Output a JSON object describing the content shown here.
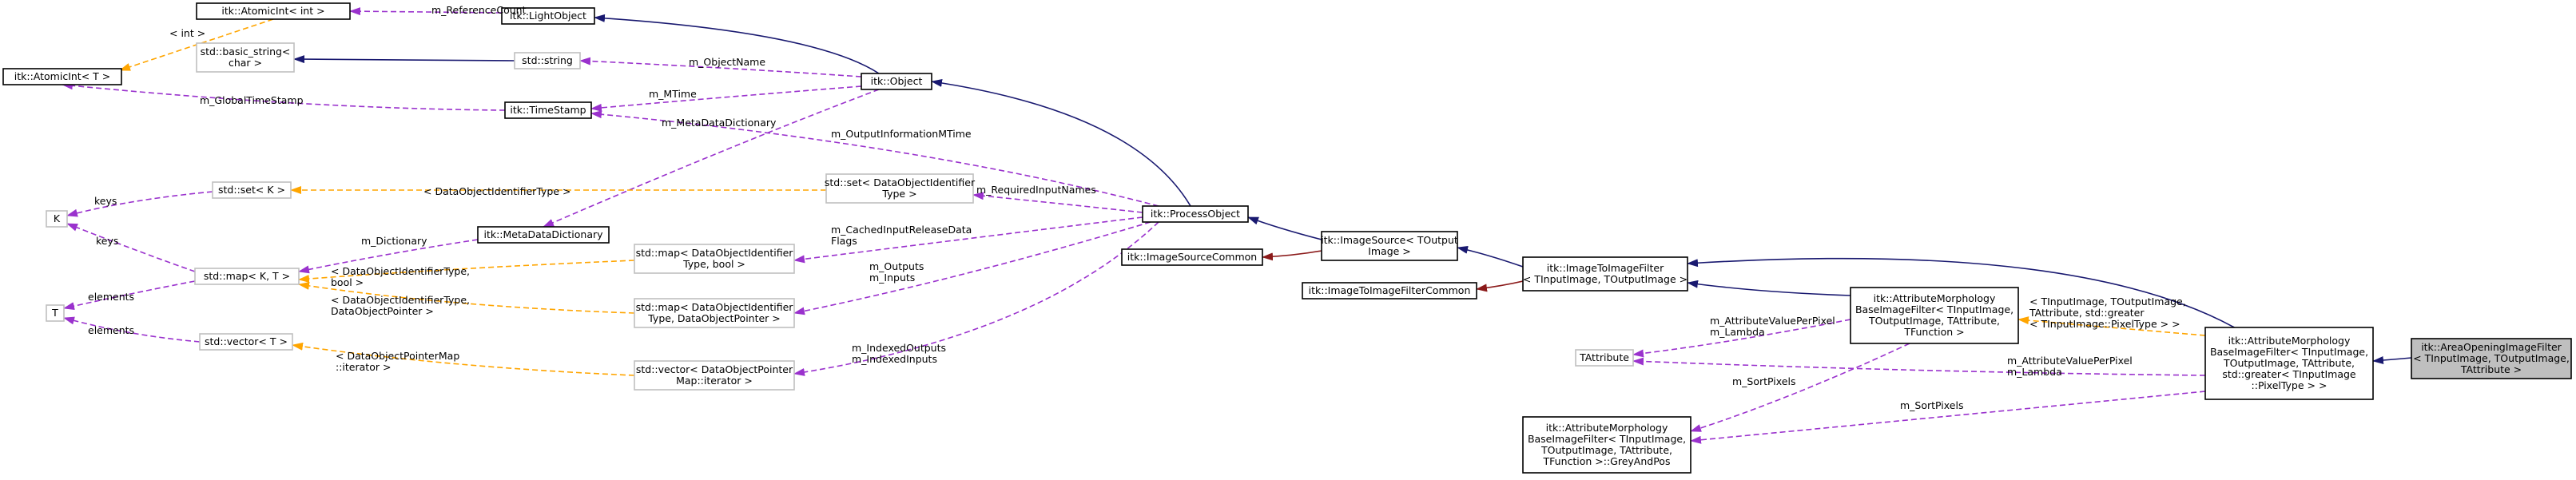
{
  "colors": {
    "inherit": "#191970",
    "private": "#8b1a1a",
    "member": "#9a32cd",
    "template": "#ffa500",
    "focus_fill": "#bfbfbf",
    "ghost_border": "#bfbfbf"
  },
  "nodes": {
    "atomicint_int": [
      "itk::AtomicInt< int >"
    ],
    "lightobject": [
      "itk::LightObject"
    ],
    "atomicint_t": [
      "itk::AtomicInt< T >"
    ],
    "basic_string": [
      "std::basic_string<",
      "char >"
    ],
    "std_string": [
      "std::string"
    ],
    "object": [
      "itk::Object"
    ],
    "timestamp": [
      "itk::TimeStamp"
    ],
    "k": [
      "K"
    ],
    "std_set_k": [
      "std::set< K >"
    ],
    "std_set_doid": [
      "std::set< DataObjectIdentifier",
      "Type >"
    ],
    "processobject": [
      "itk::ProcessObject"
    ],
    "metadatadictionary": [
      "itk::MetaDataDictionary"
    ],
    "std_map_kt": [
      "std::map< K, T >"
    ],
    "std_map_bool": [
      "std::map< DataObjectIdentifier",
      "Type, bool >"
    ],
    "t": [
      "T"
    ],
    "std_map_dop": [
      "std::map< DataObjectIdentifier",
      "Type, DataObjectPointer >"
    ],
    "std_vector_t": [
      "std::vector< T >"
    ],
    "std_vector_iter": [
      "std::vector< DataObjectPointer",
      "Map::iterator >"
    ],
    "imagesourcecommon": [
      "itk::ImageSourceCommon"
    ],
    "imagesource": [
      "itk::ImageSource< TOutput",
      "Image >"
    ],
    "imagetoimagefiltercommon": [
      "itk::ImageToImageFilterCommon"
    ],
    "imagetoimagefilter": [
      "itk::ImageToImageFilter",
      "< TInputImage, TOutputImage >"
    ],
    "tattribute": [
      "TAttribute"
    ],
    "amb_tfunction": [
      "itk::AttributeMorphology",
      "BaseImageFilter< TInputImage,",
      "TOutputImage, TAttribute,",
      "TFunction >"
    ],
    "greyandpos": [
      "itk::AttributeMorphology",
      "BaseImageFilter< TInputImage,",
      "TOutputImage, TAttribute,",
      "TFunction >::GreyAndPos"
    ],
    "amb_greater": [
      "itk::AttributeMorphology",
      "BaseImageFilter< TInputImage,",
      "TOutputImage, TAttribute,",
      "std::greater< TInputImage",
      "::PixelType > >"
    ],
    "areaopening": [
      "itk::AreaOpeningImageFilter",
      "< TInputImage, TOutputImage,",
      "TAttribute >"
    ]
  },
  "edge_labels": {
    "reference_count": [
      "m_ReferenceCount"
    ],
    "int_param": [
      "< int >"
    ],
    "object_name": [
      "m_ObjectName"
    ],
    "mtime": [
      "m_MTime"
    ],
    "global_timestamp": [
      "m_GlobalTimeStamp"
    ],
    "metadatadictionary": [
      "m_MetaDataDictionary"
    ],
    "output_info_mtime": [
      "m_OutputInformationMTime"
    ],
    "keys_set": [
      "keys"
    ],
    "doid_type": [
      "< DataObjectIdentifierType >"
    ],
    "required_input_names": [
      "m_RequiredInputNames"
    ],
    "dictionary": [
      "m_Dictionary"
    ],
    "keys_map": [
      "keys"
    ],
    "cached_input": [
      "m_CachedInputReleaseData",
      "Flags"
    ],
    "doid_bool": [
      "< DataObjectIdentifierType,",
      "bool >"
    ],
    "outputs_inputs": [
      "m_Outputs",
      "m_Inputs"
    ],
    "doid_dop": [
      "< DataObjectIdentifierType,",
      "DataObjectPointer >"
    ],
    "elements_map": [
      "elements"
    ],
    "elements_vec": [
      "elements"
    ],
    "dop_map_iter": [
      "< DataObjectPointerMap",
      "::iterator >"
    ],
    "indexed": [
      "m_IndexedOutputs",
      "m_IndexedInputs"
    ],
    "attr_lambda_1": [
      "m_AttributeValuePerPixel",
      "m_Lambda"
    ],
    "sort_pixels_1": [
      "m_SortPixels"
    ],
    "greater_params": [
      "< TInputImage, TOutputImage,",
      "TAttribute, std::greater",
      "< TInputImage::PixelType > >"
    ],
    "attr_lambda_2": [
      "m_AttributeValuePerPixel",
      "m_Lambda"
    ],
    "sort_pixels_2": [
      "m_SortPixels"
    ]
  }
}
